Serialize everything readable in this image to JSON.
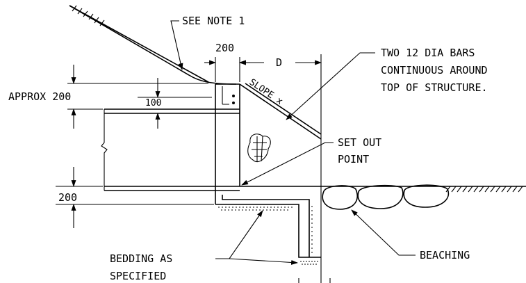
{
  "labels": {
    "see_note": "SEE NOTE 1",
    "approx_200": "APPROX 200",
    "dim_100": "100",
    "dim_200_top": "200",
    "dim_d": "D",
    "dim_200_bottom": "200",
    "slope": "SLOPE x",
    "bars_line1": "TWO 12 DIA BARS",
    "bars_line2": "CONTINUOUS AROUND",
    "bars_line3": "TOP OF STRUCTURE.",
    "set_out_line1": "SET OUT",
    "set_out_line2": "POINT",
    "bedding_line1": "BEDDING AS",
    "bedding_line2": "SPECIFIED",
    "beaching": "BEACHING"
  }
}
